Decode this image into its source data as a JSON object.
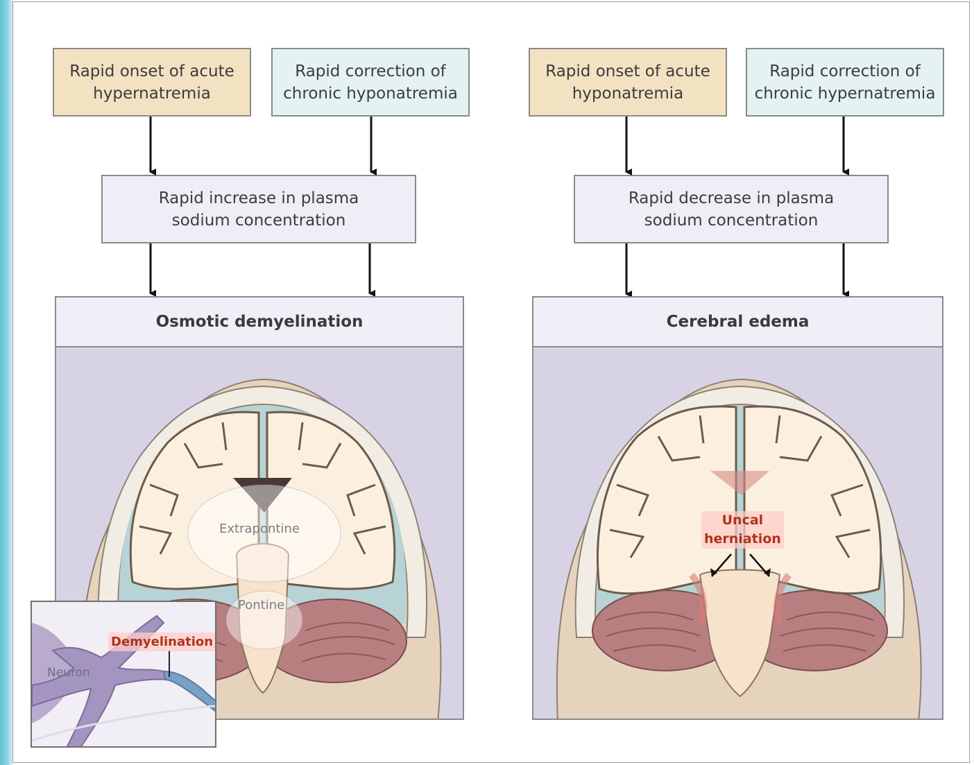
{
  "left": {
    "cause1": "Rapid onset of acute\nhypernatremia",
    "cause2": "Rapid correction of\nchronic hyponatremia",
    "mechanism": "Rapid increase in plasma\nsodium concentration",
    "outcome": "Osmotic demyelination",
    "label_extrapontine": "Extrapontine",
    "label_pontine": "Pontine",
    "inset_label_neuron": "Neuron",
    "inset_label_demyelination": "Demyelination"
  },
  "right": {
    "cause1": "Rapid onset of acute\nhyponatremia",
    "cause2": "Rapid correction of\nchronic hypernatremia",
    "mechanism": "Rapid decrease in plasma\nsodium concentration",
    "outcome": "Cerebral edema",
    "label_herniation": "Uncal\nherniation"
  },
  "colors": {
    "cause_fill": "#f3e2c2",
    "correction_fill": "#e4f2f3",
    "mechanism_fill": "#eeeef6",
    "panel_fill": "#d8d3e4",
    "highlight_text": "#b0321c",
    "side_strip": "#5fc1d6"
  }
}
